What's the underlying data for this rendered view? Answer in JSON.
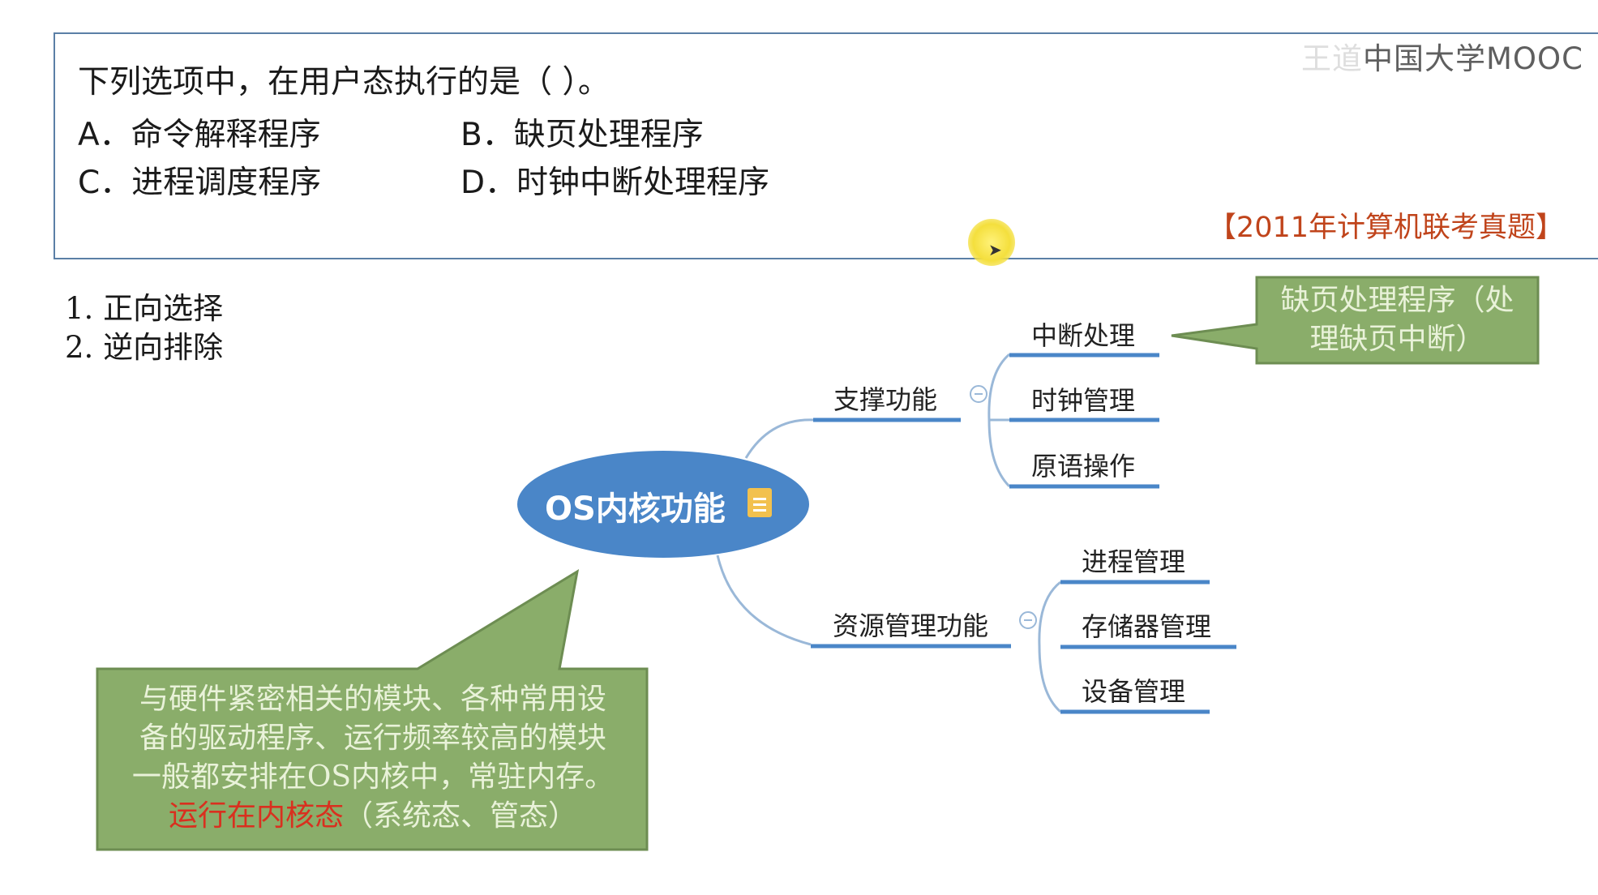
{
  "question": {
    "stem": "下列选项中，在用户态执行的是（    ）。",
    "options": [
      {
        "label": "A．命令解释程序"
      },
      {
        "label": "B．缺页处理程序"
      },
      {
        "label": "C．进程调度程序"
      },
      {
        "label": "D．时钟中断处理程序"
      }
    ],
    "source": "【2011年计算机联考真题】"
  },
  "watermark": {
    "ghost": "王道",
    "text": "中国大学MOOC"
  },
  "methods": [
    "1. 正向选择",
    "2. 逆向排除"
  ],
  "mindmap": {
    "root": "OS内核功能",
    "branches": [
      {
        "label": "支撑功能",
        "children": [
          "中断处理",
          "时钟管理",
          "原语操作"
        ]
      },
      {
        "label": "资源管理功能",
        "children": [
          "进程管理",
          "存储器管理",
          "设备管理"
        ]
      }
    ]
  },
  "callouts": {
    "top_right": {
      "lines": [
        "缺页处理程序（处",
        "理缺页中断）"
      ]
    },
    "bottom_left": {
      "lines": [
        "与硬件紧密相关的模块、各种常用设",
        "备的驱动程序、运行频率较高的模块",
        "一般都安排在OS内核中，常驻内存。"
      ],
      "highlight": "运行在内核态",
      "tail": "（系统态、管态）"
    }
  },
  "colors": {
    "accent": "#4a86c8",
    "callout_fill": "#8aad6a",
    "highlight": "#d9301f"
  }
}
